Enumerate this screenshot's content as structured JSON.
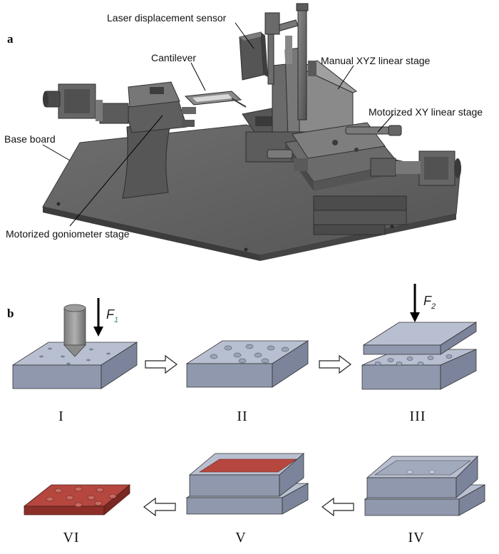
{
  "panels": {
    "a": "a",
    "b": "b"
  },
  "labels": {
    "laser": "Laser displacement sensor",
    "cantilever": "Cantilever",
    "manual_xyz": "Manual XYZ linear stage",
    "motorized_xy": "Motorized XY linear stage",
    "base_board": "Base board",
    "goniometer": "Motorized goniometer stage"
  },
  "forces": {
    "f1": "F",
    "f1_sub": "1",
    "f2": "F",
    "f2_sub": "2"
  },
  "steps": [
    "I",
    "II",
    "III",
    "IV",
    "V",
    "VI"
  ],
  "colors": {
    "block": "#9aa3b8",
    "block_top": "#b8bfd0",
    "block_side": "#7f889e",
    "red": "#b5473f",
    "metal": "#6b6b6b"
  }
}
